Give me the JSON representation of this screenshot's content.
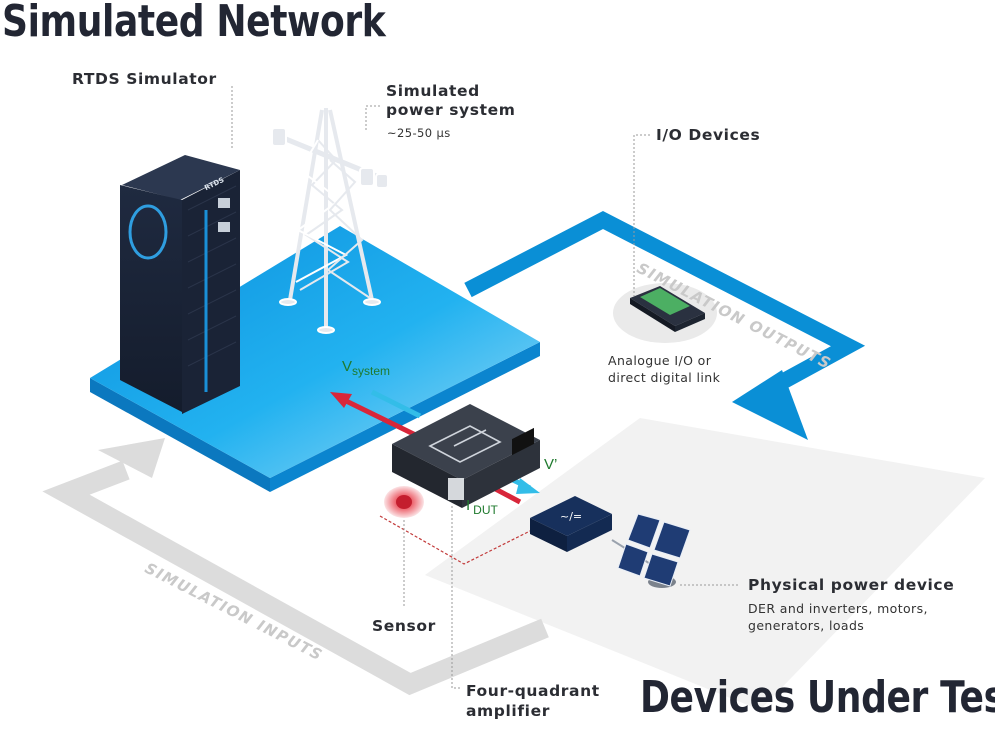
{
  "titles": {
    "top": "Simulated Network",
    "bottom": "Devices Under Test"
  },
  "labels": {
    "rtds_simulator": "RTDS Simulator",
    "rtds_logo": "RTDS",
    "simulated_power_system_line1": "Simulated",
    "simulated_power_system_line2": "power system",
    "timestep": "~25-50 µs",
    "io_devices": "I/O Devices",
    "analogue_line1": "Analogue I/O or",
    "analogue_line2": "direct digital link",
    "physical_power_device": "Physical power device",
    "physical_desc_line1": "DER and inverters, motors,",
    "physical_desc_line2": "generators, loads",
    "sensor": "Sensor",
    "amplifier_line1": "Four-quadrant",
    "amplifier_line2": "amplifier"
  },
  "signals": {
    "v_main": "V",
    "v_sub": "system",
    "v_prime": "V’",
    "i_main": "I",
    "i_sub": "DUT"
  },
  "flows": {
    "outputs": "SIMULATION OUTPUTS",
    "inputs": "SIMULATION INPUTS"
  },
  "colors": {
    "accent_blue": "#0a8fd6",
    "platform_blue": "#13a6ea",
    "signal_red": "#d8263a",
    "signal_cyan": "#33bde8",
    "label_green": "#1f7a2e",
    "title_dark": "#222633"
  }
}
